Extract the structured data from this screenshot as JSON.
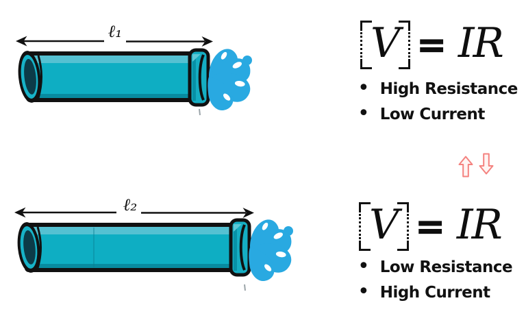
{
  "illustration": {
    "pipes": [
      {
        "length_label": "ℓ₁"
      },
      {
        "length_label": "ℓ₂"
      }
    ],
    "icon_names": [
      "dimension-arrow",
      "water-pipe",
      "water-splash-icon"
    ]
  },
  "equations": [
    {
      "v": "V",
      "equals": "=",
      "i": "I",
      "r": "R",
      "i_arrow": "down",
      "r_arrow": "up",
      "points": [
        "High Resistance",
        "Low Current"
      ]
    },
    {
      "v": "V",
      "equals": "=",
      "i": "I",
      "r": "R",
      "i_arrow": "up",
      "r_arrow": "down",
      "points": [
        "Low Resistance",
        "High Current"
      ]
    }
  ],
  "bullet_char": "•",
  "colors": {
    "pipe_teal": "#0EAEC3",
    "pipe_teal_light": "#55C1D2",
    "pipe_teal_dark": "#088BA0",
    "pipe_opening_dark": "#0C3B48",
    "water_blue": "#29A9E1",
    "arrow_salmon": "#F4827F",
    "ink": "#111111"
  }
}
